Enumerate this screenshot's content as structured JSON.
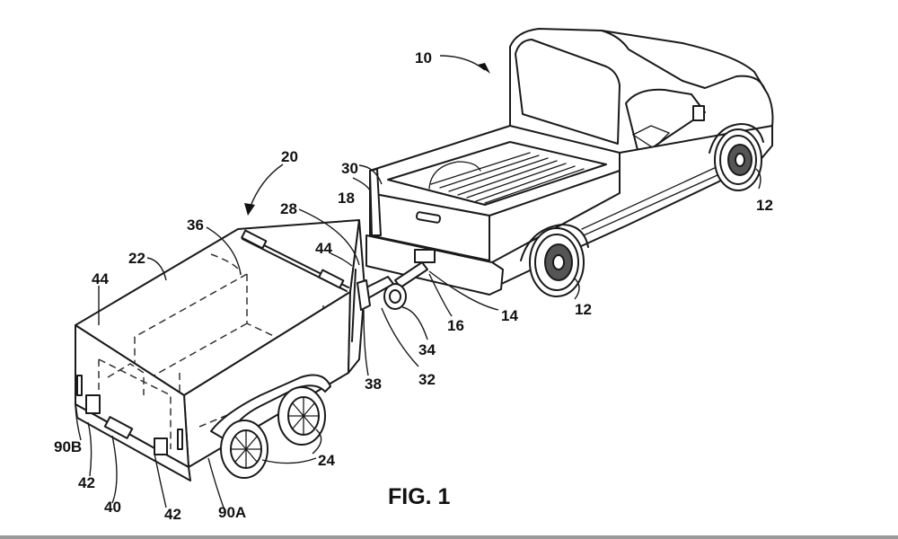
{
  "figure": {
    "caption": "FIG. 1",
    "subject": "Pickup truck towing a two-axle box trailer (patent line drawing)"
  },
  "reference_numerals": {
    "truck": "10",
    "truck_wheel_front": "12",
    "truck_wheel_rear": "12",
    "hitch_receiver": "14",
    "hitch_ball": "16",
    "tailgate_lamp": "18",
    "trailer": "20",
    "trailer_body": "22",
    "trailer_wheels": "24",
    "trailer_front_panel": "28",
    "tail_light": "30",
    "tongue": "32",
    "coupler": "34",
    "lid_hinge": "36",
    "tongue_jack": "38",
    "rear_panel": "40",
    "reflector_left": "42",
    "reflector_right": "42",
    "side_marker_front": "44",
    "side_marker_rear": "44",
    "sensor_a": "90A",
    "sensor_b": "90B"
  }
}
